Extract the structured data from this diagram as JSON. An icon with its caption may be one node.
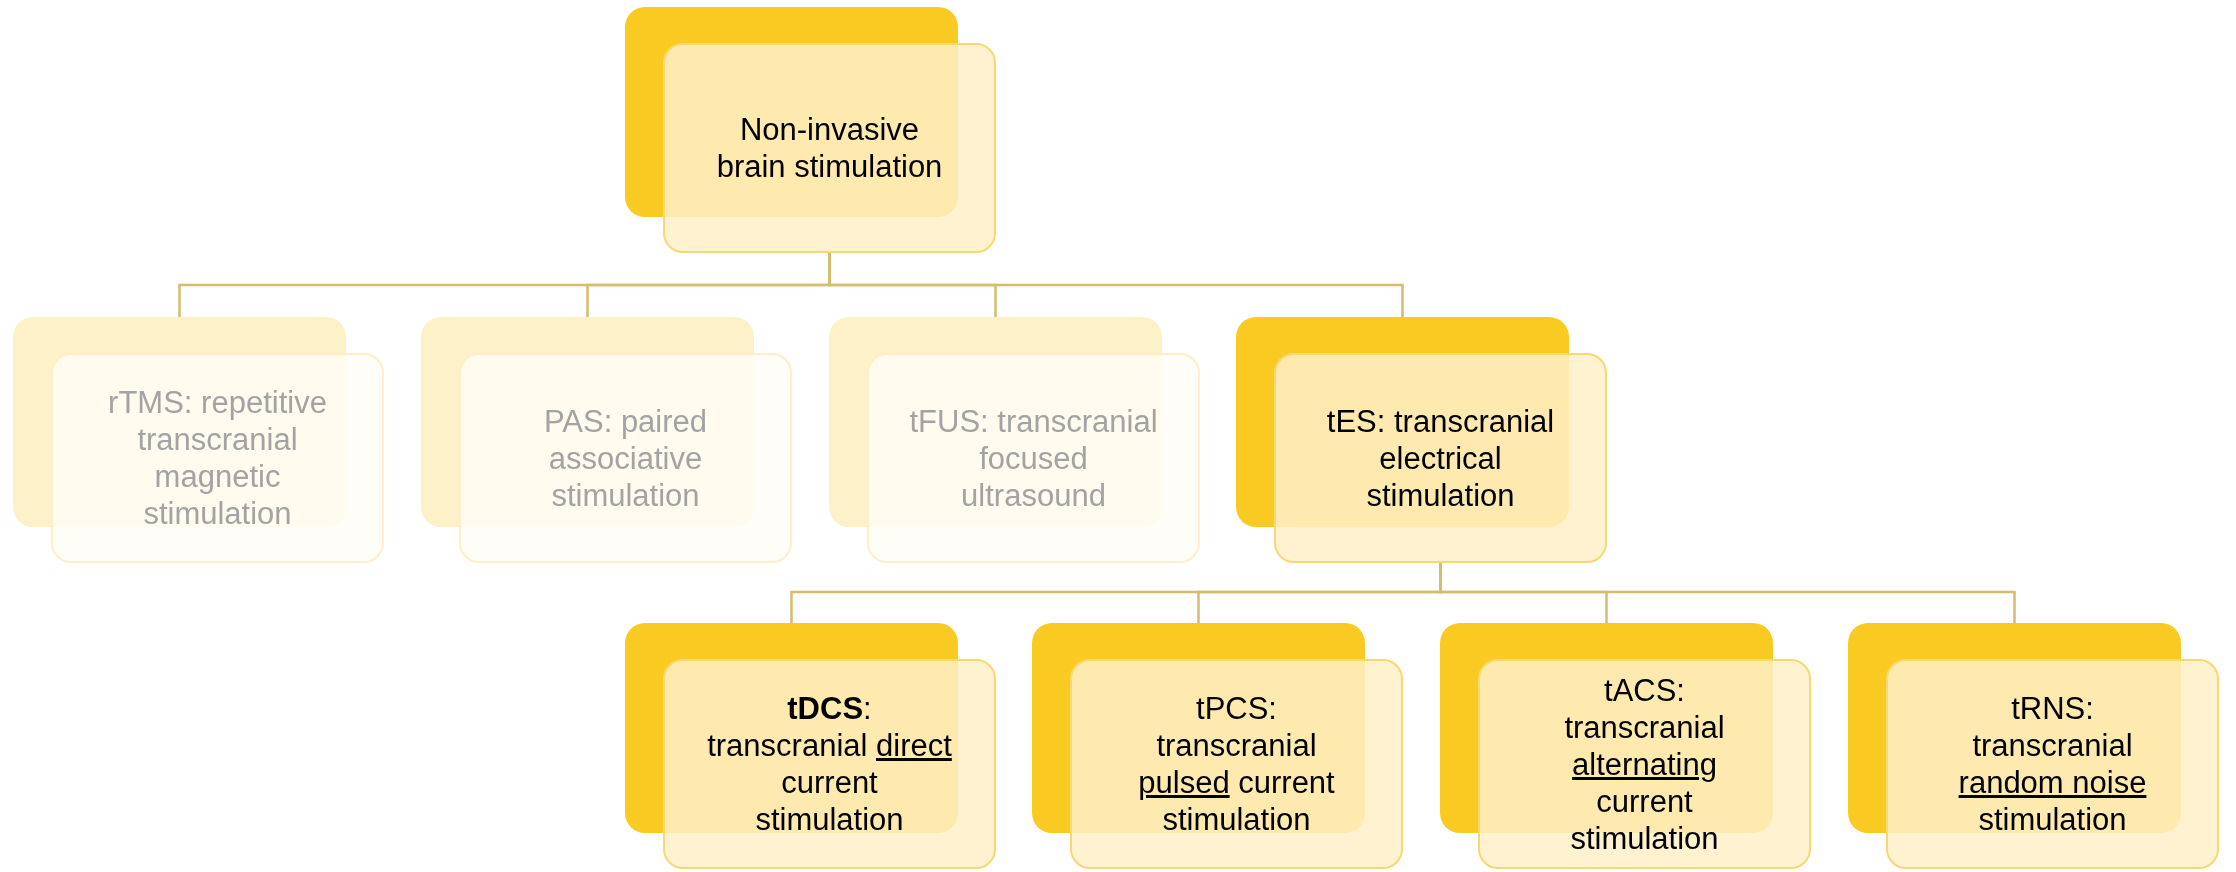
{
  "diagram": {
    "nodes": [
      {
        "text": [
          "Non-invasive brain stimulation"
        ]
      },
      {
        "text": [
          "rTMS: repetitive transcranial magnetic stimulation"
        ]
      },
      {
        "text": [
          "PAS: paired associative stimulation"
        ]
      },
      {
        "text": [
          "tFUS: transcranial focused ultrasound"
        ]
      },
      {
        "text": [
          "tES: transcranial electrical stimulation"
        ]
      },
      {
        "text": [
          "**tDCS**: transcranial direct current stimulation"
        ]
      },
      {
        "text": [
          "tPCS: transcranial pulsed current stimulation"
        ]
      },
      {
        "text": [
          "tACS: transcranial alternating current stimulation"
        ]
      },
      {
        "text": [
          "tRNS: transcranial random noise stimulation"
        ]
      }
    ],
    "edges": [
      {
        "from": 0,
        "to": 1,
        "arrow": "none"
      },
      {
        "from": 0,
        "to": 2,
        "arrow": "none"
      },
      {
        "from": 0,
        "to": 3,
        "arrow": "none"
      },
      {
        "from": 0,
        "to": 4,
        "arrow": "none"
      },
      {
        "from": 4,
        "to": 5,
        "arrow": "none"
      },
      {
        "from": 4,
        "to": 6,
        "arrow": "none"
      },
      {
        "from": 4,
        "to": 7,
        "arrow": "none"
      },
      {
        "from": 4,
        "to": 8,
        "arrow": "none"
      }
    ]
  }
}
